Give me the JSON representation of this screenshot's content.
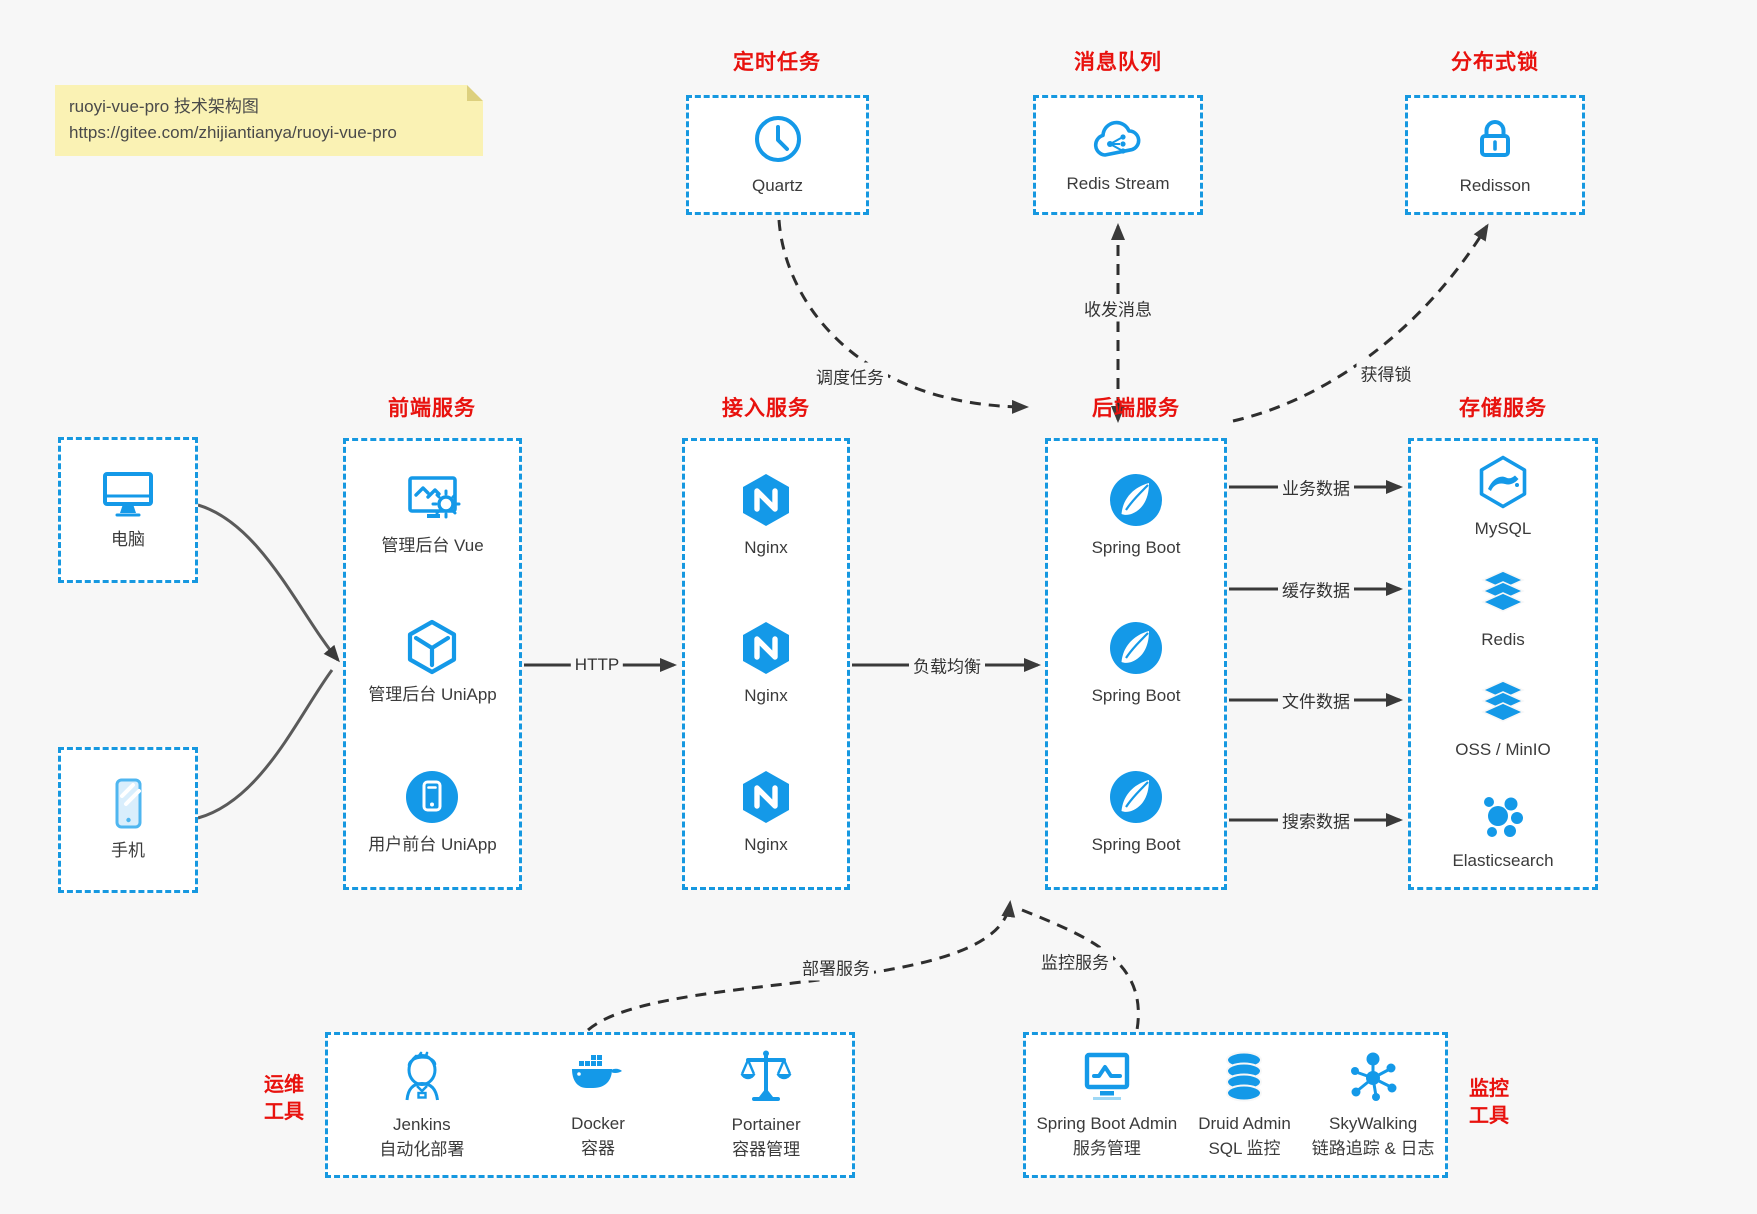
{
  "note": {
    "line1": "ruoyi-vue-pro 技术架构图",
    "line2": "https://gitee.com/zhijiantianya/ruoyi-vue-pro"
  },
  "colors": {
    "accent_blue": "#1698e0",
    "icon_blue": "#1499e8",
    "title_red": "#e8120e",
    "note_bg": "#faf2b4",
    "page_bg": "#f7f7f7"
  },
  "groups": {
    "scheduler": {
      "title": "定时任务",
      "items": [
        {
          "label": "Quartz",
          "icon": "clock-icon"
        }
      ]
    },
    "mq": {
      "title": "消息队列",
      "items": [
        {
          "label": "Redis Stream",
          "icon": "cloud-stream-icon"
        }
      ]
    },
    "lock": {
      "title": "分布式锁",
      "items": [
        {
          "label": "Redisson",
          "icon": "lock-icon"
        }
      ]
    },
    "clients": {
      "items": [
        {
          "label": "电脑",
          "icon": "desktop-icon"
        },
        {
          "label": "手机",
          "icon": "phone-icon"
        }
      ]
    },
    "frontend": {
      "title": "前端服务",
      "items": [
        {
          "label": "管理后台 Vue",
          "icon": "admin-vue-icon"
        },
        {
          "label": "管理后台 UniApp",
          "icon": "uniapp-cube-icon"
        },
        {
          "label": "用户前台 UniApp",
          "icon": "user-app-icon"
        }
      ]
    },
    "gateway": {
      "title": "接入服务",
      "items": [
        "Nginx",
        "Nginx",
        "Nginx"
      ]
    },
    "backend": {
      "title": "后端服务",
      "items": [
        "Spring Boot",
        "Spring Boot",
        "Spring Boot"
      ]
    },
    "storage": {
      "title": "存储服务",
      "items": [
        "MySQL",
        "Redis",
        "OSS / MinIO",
        "Elasticsearch"
      ]
    },
    "devops": {
      "title_line1": "运维",
      "title_line2": "工具",
      "items": [
        {
          "name": "Jenkins",
          "desc": "自动化部署"
        },
        {
          "name": "Docker",
          "desc": "容器"
        },
        {
          "name": "Portainer",
          "desc": "容器管理"
        }
      ]
    },
    "monitor": {
      "title_line1": "监控",
      "title_line2": "工具",
      "items": [
        {
          "name": "Spring Boot Admin",
          "desc": "服务管理"
        },
        {
          "name": "Druid Admin",
          "desc": "SQL 监控"
        },
        {
          "name": "SkyWalking",
          "desc": "链路追踪 & 日志"
        }
      ]
    }
  },
  "edges": {
    "http": "HTTP",
    "load_balance": "负载均衡",
    "schedule": "调度任务",
    "messages": "收发消息",
    "acquire_lock": "获得锁",
    "business_data": "业务数据",
    "cache_data": "缓存数据",
    "file_data": "文件数据",
    "search_data": "搜索数据",
    "deploy": "部署服务",
    "monitor": "监控服务"
  }
}
